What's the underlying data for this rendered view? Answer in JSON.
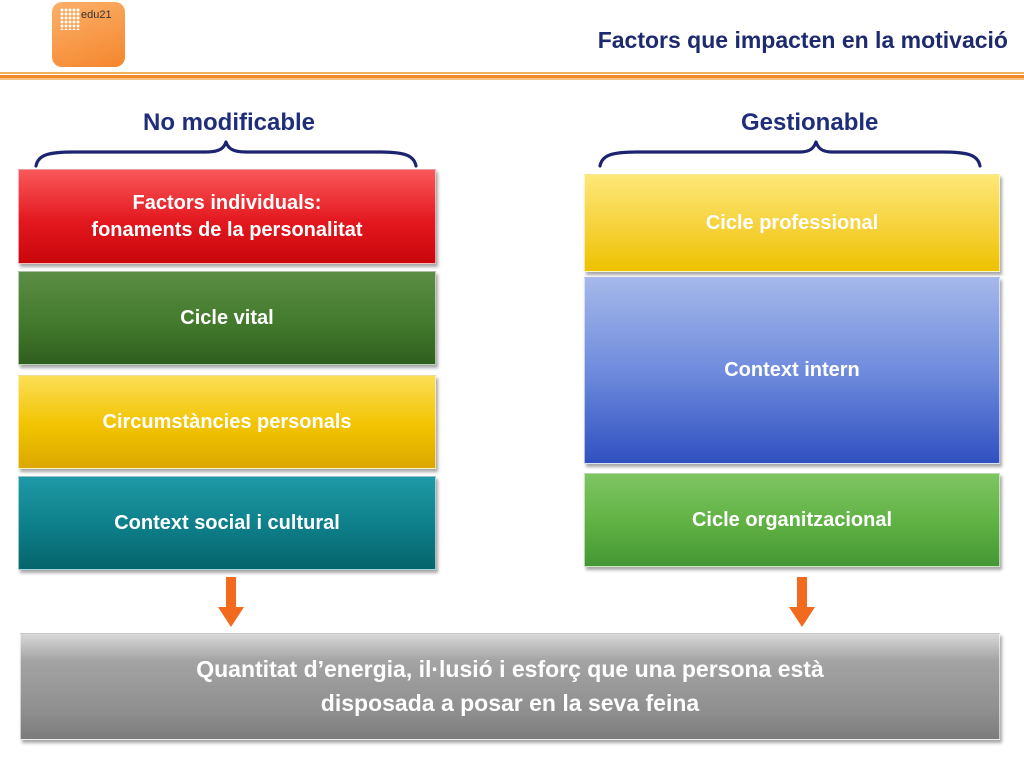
{
  "header": {
    "logo_text": "edu21",
    "title": "Factors que impacten en la motivació"
  },
  "left": {
    "heading": "No modificable",
    "boxes": [
      {
        "line1": "Factors individuals:",
        "line2": "fonaments de la personalitat"
      },
      {
        "line1": "Cicle vital"
      },
      {
        "line1": "Circumstàncies personals"
      },
      {
        "line1": "Context social i cultural"
      }
    ]
  },
  "right": {
    "heading": "Gestionable",
    "boxes": [
      {
        "line1": "Cicle professional"
      },
      {
        "line1": "Context intern"
      },
      {
        "line1": "Cicle organitzacional"
      }
    ]
  },
  "result": {
    "line1": "Quantitat d’energia, il·lusió i esforç que una persona està",
    "line2": "disposada a posar en la seva feina"
  },
  "colors": {
    "title": "#1d2a6e",
    "heading": "#1f2d7a",
    "arrow": "#f26a1e",
    "brace": "#1c2470",
    "logo": "#f5862d"
  }
}
